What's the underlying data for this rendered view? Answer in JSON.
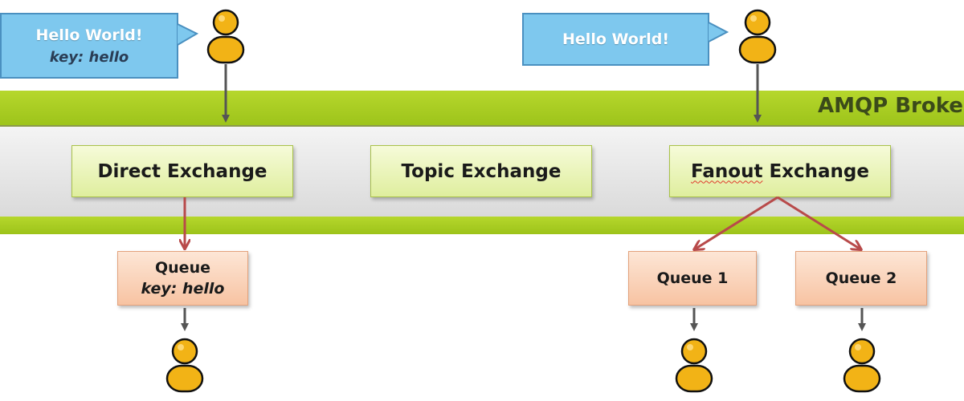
{
  "broker": {
    "label": "AMQP Broke"
  },
  "messages": {
    "left": {
      "text": "Hello World!",
      "key": "key: hello"
    },
    "right": {
      "text": "Hello World!"
    }
  },
  "exchanges": {
    "direct": {
      "label": "Direct Exchange"
    },
    "topic": {
      "label": "Topic Exchange"
    },
    "fanout": {
      "word": "Fanout",
      "rest": " Exchange"
    }
  },
  "queues": {
    "direct": {
      "label": "Queue",
      "key": "key: hello"
    },
    "fanout1": {
      "label": "Queue 1"
    },
    "fanout2": {
      "label": "Queue 2"
    }
  },
  "colors": {
    "bubble_fill": "#7ec8ee",
    "broker_green": "#a8cf22",
    "exchange_fill": "#eaf5b8",
    "queue_fill": "#f9d2b8",
    "user_fill": "#f2b316",
    "grey_arrow": "#555555",
    "red_arrow": "#b84a4a"
  },
  "icons": [
    "user-icon",
    "speech-bubble-icon",
    "arrow-icon"
  ]
}
